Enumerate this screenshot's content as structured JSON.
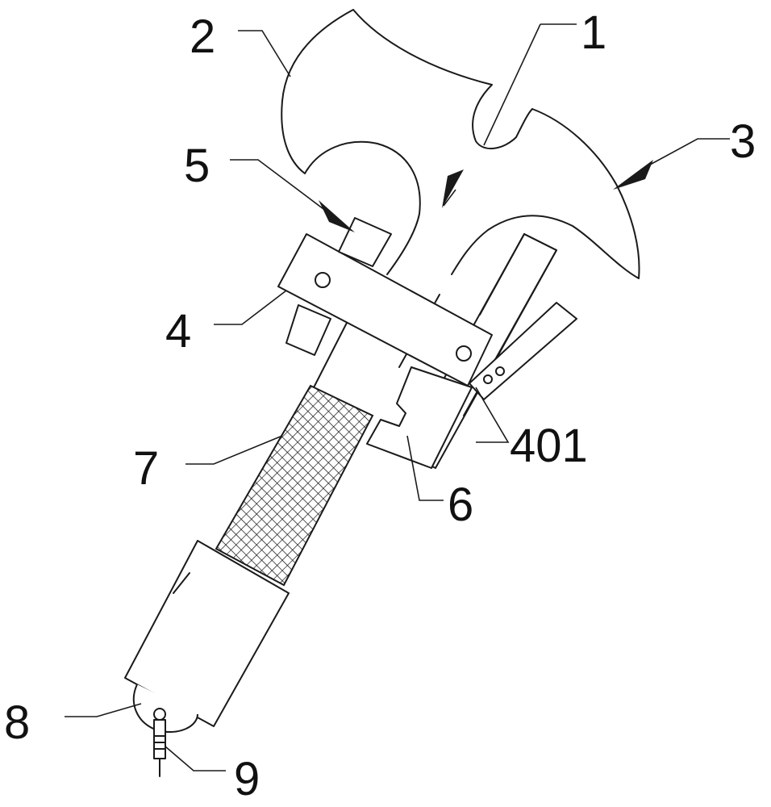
{
  "labels": {
    "l1": "1",
    "l2": "2",
    "l3": "3",
    "l4": "4",
    "l5": "5",
    "l6": "6",
    "l7": "7",
    "l8": "8",
    "l9": "9",
    "l401": "401"
  }
}
